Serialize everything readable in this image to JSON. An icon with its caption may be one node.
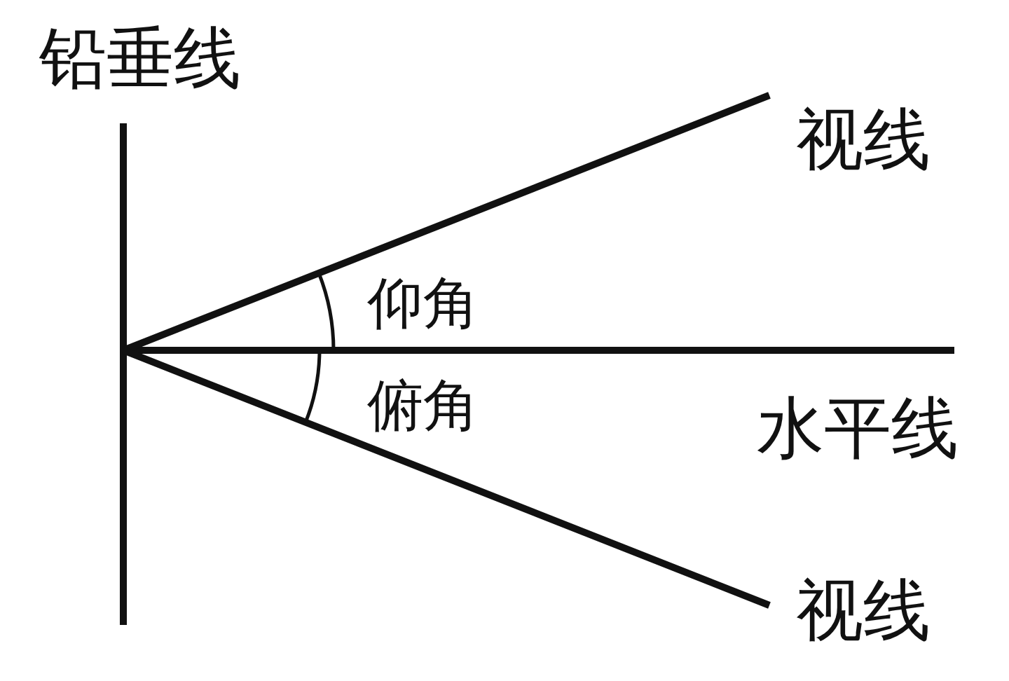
{
  "diagram": {
    "labels": [
      "铅垂线",
      "视线",
      "仰角",
      "俯角",
      "水平线",
      "视线"
    ]
  }
}
